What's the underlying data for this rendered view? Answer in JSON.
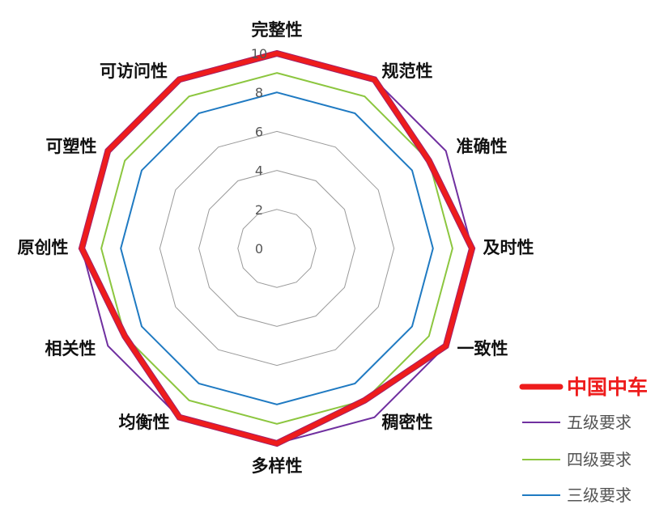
{
  "chart_data": {
    "type": "radar",
    "title": "",
    "categories": [
      "完整性",
      "规范性",
      "准确性",
      "及时性",
      "一致性",
      "稠密性",
      "多样性",
      "均衡性",
      "相关性",
      "原创性",
      "可塑性",
      "可访问性"
    ],
    "rlim": [
      0,
      10
    ],
    "ticks": [
      "0",
      "2",
      "4",
      "6",
      "8",
      "10"
    ],
    "grid": true,
    "legend_position": "bottom-right",
    "series": [
      {
        "name": "三级要求",
        "color": "#1f7ac2",
        "values": [
          8,
          8,
          8,
          8,
          8,
          8,
          8,
          8,
          8,
          8,
          8,
          8
        ]
      },
      {
        "name": "四级要求",
        "color": "#8cc63f",
        "values": [
          9,
          9,
          9,
          9,
          9,
          9,
          9,
          9,
          9,
          9,
          9,
          9
        ]
      },
      {
        "name": "五级要求",
        "color": "#7030a0",
        "values": [
          10,
          10,
          10,
          10,
          10,
          10,
          10,
          10,
          10,
          10,
          10,
          10
        ]
      },
      {
        "name": "中国中车",
        "color": "#ee1c1c",
        "values": [
          10,
          10,
          9,
          10,
          10,
          9,
          10,
          10,
          9,
          10,
          10,
          10
        ]
      }
    ]
  }
}
